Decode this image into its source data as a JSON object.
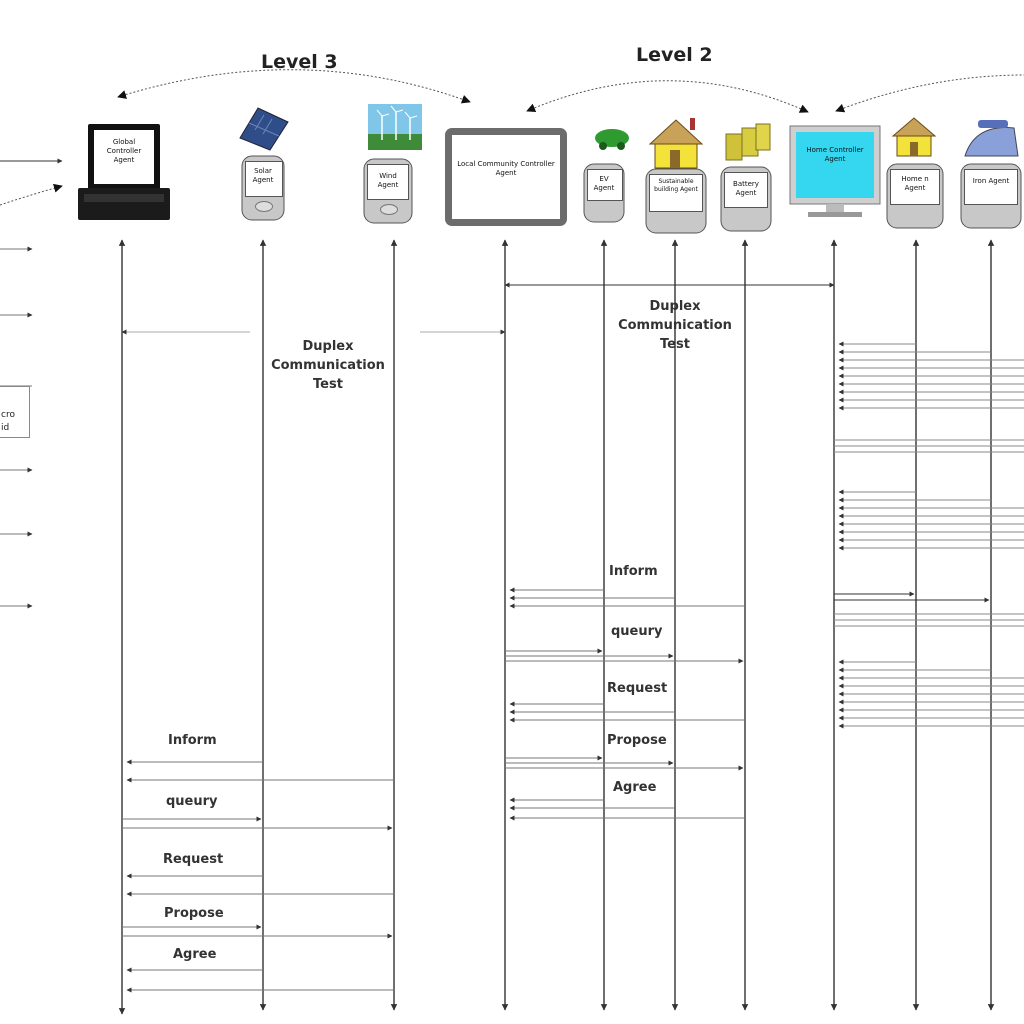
{
  "levels": {
    "level3": "Level 3",
    "level2": "Level 2"
  },
  "agents": {
    "global": "Global Controller Agent",
    "solar": "Solar Agent",
    "wind": "Wind Agent",
    "local": "Local Community Controller Agent",
    "ev": "EV Agent",
    "house": "Sustainable building Agent",
    "battery": "Battery Agent",
    "home": "Home Controller Agent",
    "homeN": "Home n Agent",
    "iron": "Iron Agent"
  },
  "edge_box": {
    "line1": "cro",
    "line2": "id"
  },
  "duplex_left": {
    "l1": "Duplex",
    "l2": "Communication",
    "l3": "Test"
  },
  "duplex_right": {
    "l1": "Duplex",
    "l2": "Communication",
    "l3": "Test"
  },
  "messages_level2": {
    "inform": "Inform",
    "query": "queury",
    "request": "Request",
    "propose": "Propose",
    "agree": "Agree"
  },
  "messages_level3": {
    "inform": "Inform",
    "query": "queury",
    "request": "Request",
    "propose": "Propose",
    "agree": "Agree"
  },
  "colors": {
    "line": "#333333",
    "faint": "#9a9a9a",
    "screen_cyan": "#35d6f0",
    "house_yellow": "#f2e23a"
  }
}
